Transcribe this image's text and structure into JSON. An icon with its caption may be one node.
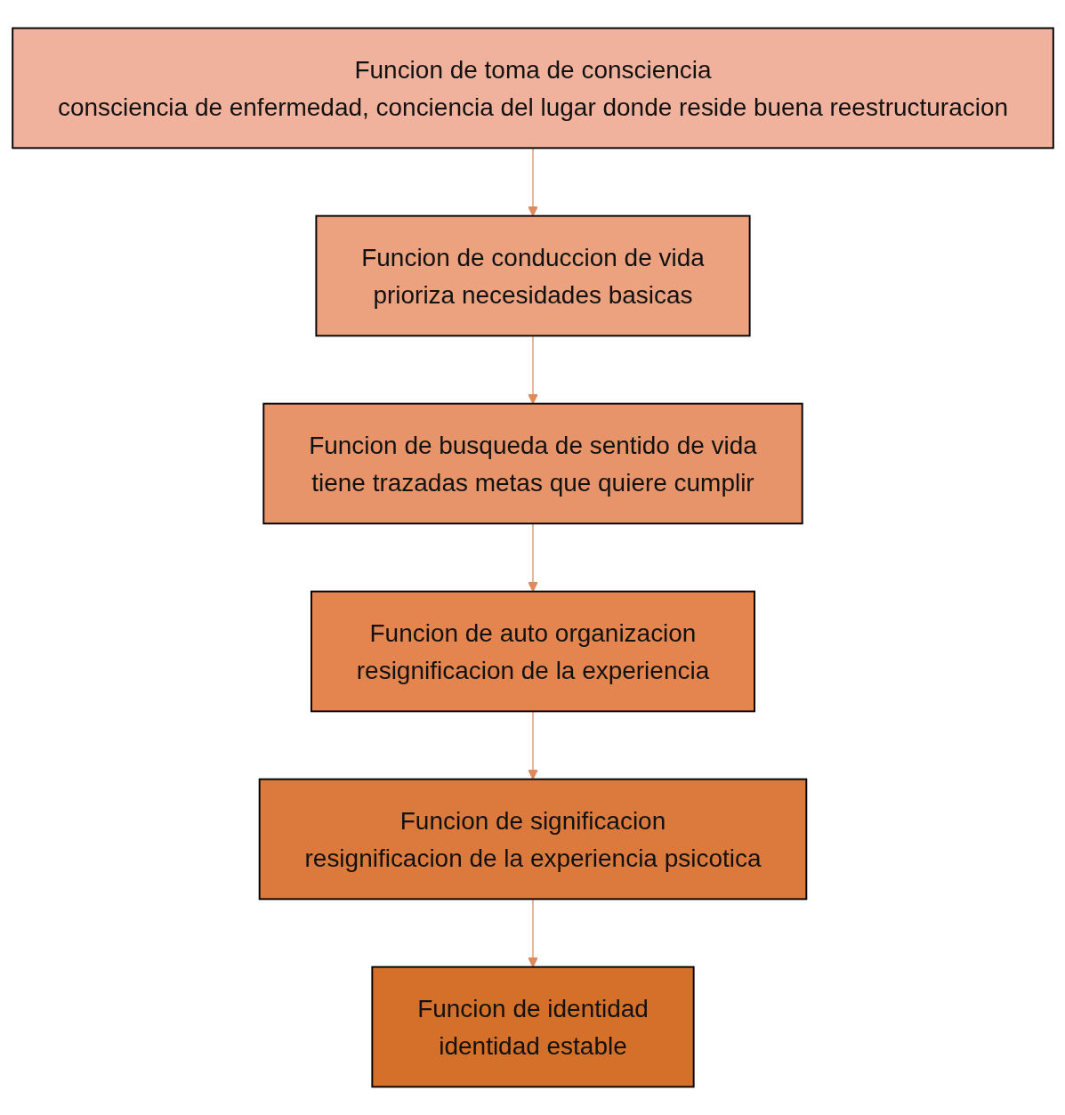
{
  "diagram": {
    "nodes": [
      {
        "text": [
          "Funcion de toma de consciencia",
          "consciencia de enfermedad, conciencia del lugar donde reside buena reestructuracion"
        ]
      },
      {
        "text": [
          "Funcion de conduccion de vida",
          "prioriza necesidades basicas"
        ]
      },
      {
        "text": [
          "Funcion de busqueda de sentido de vida",
          "tiene trazadas metas que quiere cumplir"
        ]
      },
      {
        "text": [
          "Funcion de auto organizacion",
          "resignificacion de la experiencia"
        ]
      },
      {
        "text": [
          "Funcion de significacion",
          "resignificacion de la experiencia psicotica"
        ]
      },
      {
        "text": [
          "Funcion  de identidad",
          "identidad estable"
        ]
      }
    ],
    "edges": [
      {
        "from": 0,
        "to": 1,
        "arrow": "to"
      },
      {
        "from": 1,
        "to": 2,
        "arrow": "to"
      },
      {
        "from": 2,
        "to": 3,
        "arrow": "to"
      },
      {
        "from": 3,
        "to": 4,
        "arrow": "to"
      },
      {
        "from": 4,
        "to": 5,
        "arrow": "to"
      }
    ]
  }
}
